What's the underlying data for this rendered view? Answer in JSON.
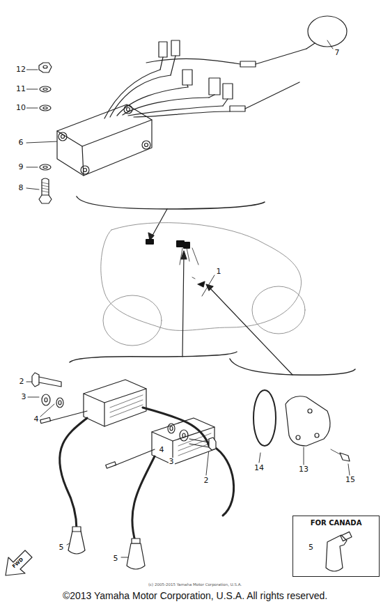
{
  "diagram": {
    "nodes": [
      {
        "text": [
          "FOR CANADA",
          "5"
        ]
      }
    ],
    "labels": [
      "7",
      "12",
      "11",
      "10",
      "6",
      "9",
      "8",
      "1",
      "2",
      "3",
      "4",
      "14",
      "13",
      "15",
      "4",
      "3",
      "2",
      "5",
      "5",
      "FWD",
      "(c) 2005-2015 Yamaha Motor Corporation, U.S.A.",
      "©2013 Yamaha Motor Corporation, U.S.A. All rights reserved."
    ]
  }
}
